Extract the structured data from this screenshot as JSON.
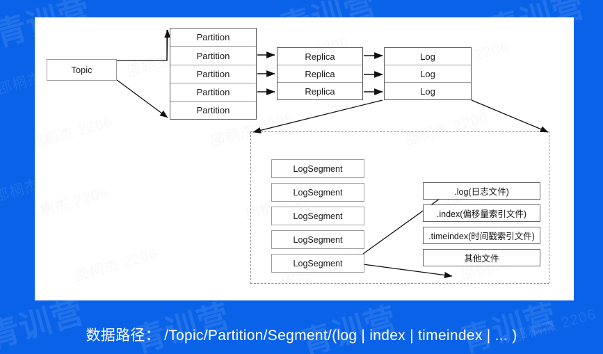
{
  "theme": {
    "background_color": "#0a62e8",
    "canvas_color": "#ffffff",
    "box_border_color": "#9b9b9b",
    "text_color": "#1a1a1a",
    "caption_color": "#ffffff"
  },
  "watermark": {
    "text": "邵桐杰 2206",
    "brand_text": "青训营"
  },
  "diagram": {
    "topic": {
      "label": "Topic"
    },
    "partitions": {
      "group_label": "Partition",
      "items": [
        "Partition",
        "Partition",
        "Partition",
        "Partition",
        "Partition"
      ]
    },
    "replicas": {
      "group_label": "Replica",
      "items": [
        "Replica",
        "Replica",
        "Replica"
      ]
    },
    "logs": {
      "group_label": "Log",
      "items": [
        "Log",
        "Log",
        "Log"
      ]
    },
    "log_segments": {
      "group_label": "LogSegment",
      "items": [
        "LogSegment",
        "LogSegment",
        "LogSegment",
        "LogSegment",
        "LogSegment"
      ]
    },
    "files": [
      ".log(日志文件)",
      ".index(偏移量索引文件)",
      ".timeindex(时间戳索引文件)",
      "其他文件"
    ]
  },
  "caption": {
    "text": "数据路径： /Topic/Partition/Segment/(log | index | timeindex | ... )"
  }
}
